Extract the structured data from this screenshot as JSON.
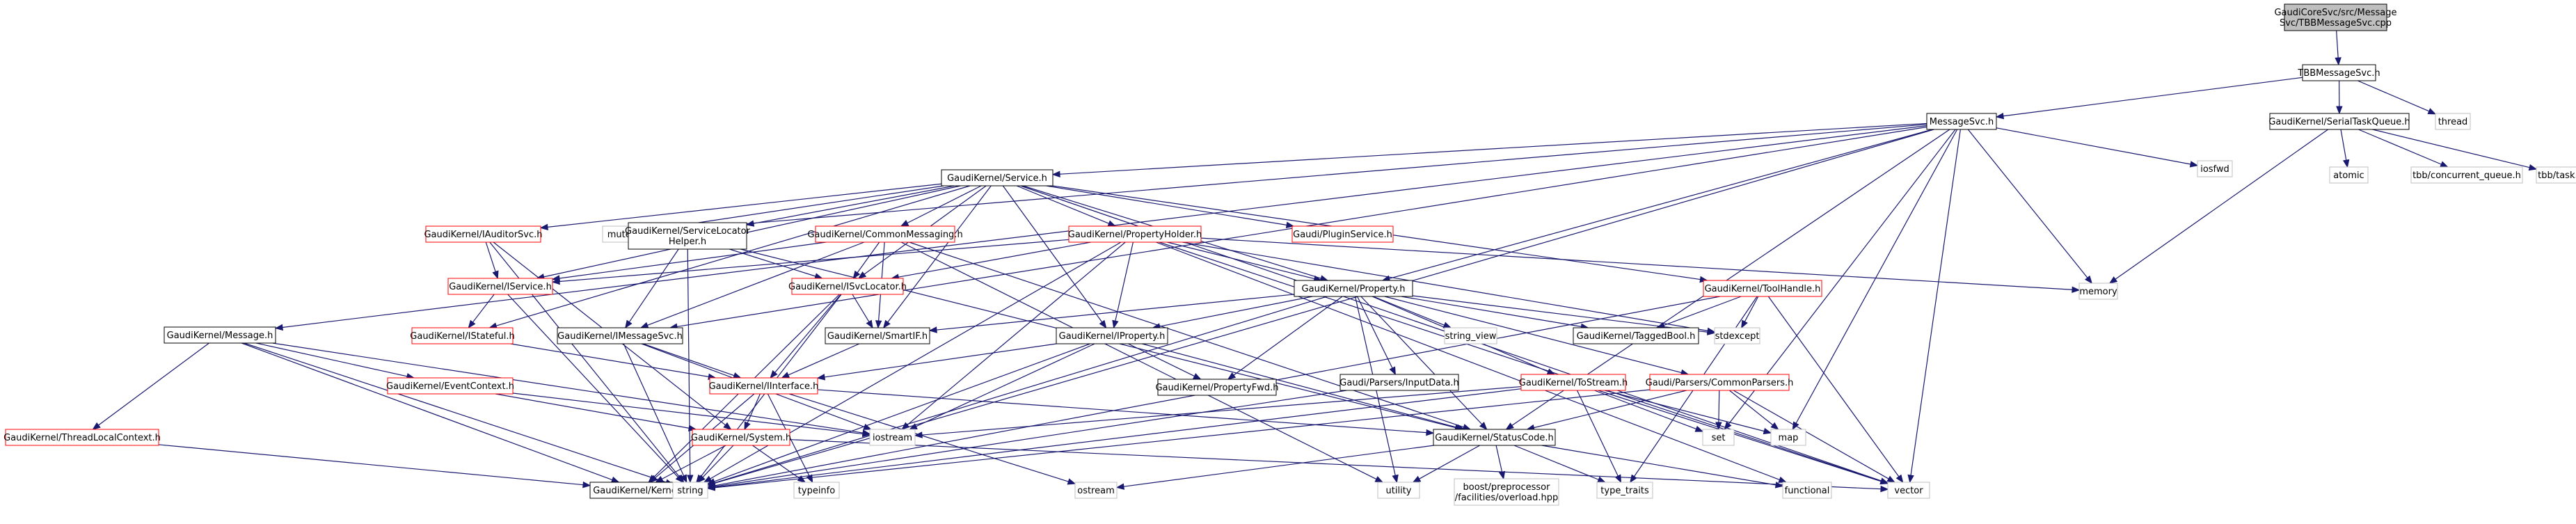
{
  "diagram": {
    "type": "include-dependency-graph",
    "colors": {
      "root_fill": "#bfbfbf",
      "node_fill": "#ffffff",
      "border_documented": "#000000",
      "border_incomplete": "#ff0000",
      "border_external": "#bfbfbf",
      "edge": "#191970",
      "text": "#000000"
    },
    "nodes": [
      {
        "id": "root",
        "label": [
          "GaudiCoreSvc/src/Message",
          "Svc/TBBMessageSvc.cpp"
        ],
        "style": "root"
      },
      {
        "id": "tbbmsgsvc",
        "label": [
          "TBBMessageSvc.h"
        ],
        "style": "doc"
      },
      {
        "id": "thread",
        "label": [
          "thread"
        ],
        "style": "ext"
      },
      {
        "id": "msgsvc",
        "label": [
          "MessageSvc.h"
        ],
        "style": "doc"
      },
      {
        "id": "serialtaskqueue",
        "label": [
          "GaudiKernel/SerialTaskQueue.h"
        ],
        "style": "doc"
      },
      {
        "id": "iosfwd",
        "label": [
          "iosfwd"
        ],
        "style": "ext"
      },
      {
        "id": "atomic",
        "label": [
          "atomic"
        ],
        "style": "ext"
      },
      {
        "id": "tbbcq",
        "label": [
          "tbb/concurrent_queue.h"
        ],
        "style": "ext"
      },
      {
        "id": "tbbtask",
        "label": [
          "tbb/task.h"
        ],
        "style": "ext"
      },
      {
        "id": "service",
        "label": [
          "GaudiKernel/Service.h"
        ],
        "style": "doc"
      },
      {
        "id": "mutex",
        "label": [
          "mutex"
        ],
        "style": "ext"
      },
      {
        "id": "iauditorsvc",
        "label": [
          "GaudiKernel/IAuditorSvc.h"
        ],
        "style": "inc"
      },
      {
        "id": "servicelocator",
        "label": [
          "GaudiKernel/ServiceLocator",
          "Helper.h"
        ],
        "style": "doc"
      },
      {
        "id": "commonmessaging",
        "label": [
          "GaudiKernel/CommonMessaging.h"
        ],
        "style": "inc"
      },
      {
        "id": "propertyholder",
        "label": [
          "GaudiKernel/PropertyHolder.h"
        ],
        "style": "inc"
      },
      {
        "id": "pluginservice",
        "label": [
          "Gaudi/PluginService.h"
        ],
        "style": "inc"
      },
      {
        "id": "memory",
        "label": [
          "memory"
        ],
        "style": "ext"
      },
      {
        "id": "iservice",
        "label": [
          "GaudiKernel/IService.h"
        ],
        "style": "inc"
      },
      {
        "id": "isvclocator",
        "label": [
          "GaudiKernel/ISvcLocator.h"
        ],
        "style": "inc"
      },
      {
        "id": "property",
        "label": [
          "GaudiKernel/Property.h"
        ],
        "style": "doc"
      },
      {
        "id": "toolhandle",
        "label": [
          "GaudiKernel/ToolHandle.h"
        ],
        "style": "inc"
      },
      {
        "id": "message",
        "label": [
          "GaudiKernel/Message.h"
        ],
        "style": "doc"
      },
      {
        "id": "istateful",
        "label": [
          "GaudiKernel/IStateful.h"
        ],
        "style": "inc"
      },
      {
        "id": "imessagesvc",
        "label": [
          "GaudiKernel/IMessageSvc.h"
        ],
        "style": "doc"
      },
      {
        "id": "smartif",
        "label": [
          "GaudiKernel/SmartIF.h"
        ],
        "style": "doc"
      },
      {
        "id": "iproperty",
        "label": [
          "GaudiKernel/IProperty.h"
        ],
        "style": "doc"
      },
      {
        "id": "stringview",
        "label": [
          "string_view"
        ],
        "style": "ext"
      },
      {
        "id": "taggedbool",
        "label": [
          "GaudiKernel/TaggedBool.h"
        ],
        "style": "doc"
      },
      {
        "id": "stdexcept",
        "label": [
          "stdexcept"
        ],
        "style": "ext"
      },
      {
        "id": "propertyfwd",
        "label": [
          "GaudiKernel/PropertyFwd.h"
        ],
        "style": "doc"
      },
      {
        "id": "eventcontext",
        "label": [
          "GaudiKernel/EventContext.h"
        ],
        "style": "inc"
      },
      {
        "id": "iinterface",
        "label": [
          "GaudiKernel/IInterface.h"
        ],
        "style": "inc"
      },
      {
        "id": "inputdata",
        "label": [
          "Gaudi/Parsers/InputData.h"
        ],
        "style": "doc"
      },
      {
        "id": "tostream",
        "label": [
          "GaudiKernel/ToStream.h"
        ],
        "style": "inc"
      },
      {
        "id": "commonparsers",
        "label": [
          "Gaudi/Parsers/CommonParsers.h"
        ],
        "style": "inc"
      },
      {
        "id": "threadlocal",
        "label": [
          "GaudiKernel/ThreadLocalContext.h"
        ],
        "style": "inc"
      },
      {
        "id": "iostream",
        "label": [
          "iostream"
        ],
        "style": "ext"
      },
      {
        "id": "set",
        "label": [
          "set"
        ],
        "style": "ext"
      },
      {
        "id": "map",
        "label": [
          "map"
        ],
        "style": "ext"
      },
      {
        "id": "statuscode",
        "label": [
          "GaudiKernel/StatusCode.h"
        ],
        "style": "doc"
      },
      {
        "id": "system",
        "label": [
          "GaudiKernel/System.h"
        ],
        "style": "inc"
      },
      {
        "id": "typeinfo",
        "label": [
          "typeinfo"
        ],
        "style": "ext"
      },
      {
        "id": "ostream",
        "label": [
          "ostream"
        ],
        "style": "ext"
      },
      {
        "id": "utility",
        "label": [
          "utility"
        ],
        "style": "ext"
      },
      {
        "id": "boostpp",
        "label": [
          "boost/preprocessor",
          "/facilities/overload.hpp"
        ],
        "style": "ext"
      },
      {
        "id": "typetraits",
        "label": [
          "type_traits"
        ],
        "style": "ext"
      },
      {
        "id": "functional",
        "label": [
          "functional"
        ],
        "style": "ext"
      },
      {
        "id": "vector",
        "label": [
          "vector"
        ],
        "style": "ext"
      },
      {
        "id": "kernel",
        "label": [
          "GaudiKernel/Kernel.h"
        ],
        "style": "doc"
      },
      {
        "id": "string",
        "label": [
          "string"
        ],
        "style": "ext"
      }
    ],
    "edges": [
      [
        "root",
        "tbbmsgsvc"
      ],
      [
        "tbbmsgsvc",
        "msgsvc"
      ],
      [
        "tbbmsgsvc",
        "serialtaskqueue"
      ],
      [
        "tbbmsgsvc",
        "thread"
      ],
      [
        "serialtaskqueue",
        "memory"
      ],
      [
        "serialtaskqueue",
        "atomic"
      ],
      [
        "serialtaskqueue",
        "tbbcq"
      ],
      [
        "serialtaskqueue",
        "tbbtask"
      ],
      [
        "msgsvc",
        "service"
      ],
      [
        "msgsvc",
        "message"
      ],
      [
        "msgsvc",
        "imessagesvc"
      ],
      [
        "msgsvc",
        "iosfwd"
      ],
      [
        "msgsvc",
        "memory"
      ],
      [
        "msgsvc",
        "mutex"
      ],
      [
        "msgsvc",
        "property"
      ],
      [
        "msgsvc",
        "statuscode"
      ],
      [
        "msgsvc",
        "string"
      ],
      [
        "msgsvc",
        "vector"
      ],
      [
        "msgsvc",
        "map"
      ],
      [
        "msgsvc",
        "set"
      ],
      [
        "service",
        "iservice"
      ],
      [
        "service",
        "isvclocator"
      ],
      [
        "service",
        "servicelocator"
      ],
      [
        "service",
        "iauditorsvc"
      ],
      [
        "service",
        "commonmessaging"
      ],
      [
        "service",
        "propertyholder"
      ],
      [
        "service",
        "pluginservice"
      ],
      [
        "service",
        "mutex"
      ],
      [
        "service",
        "property"
      ],
      [
        "service",
        "iproperty"
      ],
      [
        "service",
        "smartif"
      ],
      [
        "service",
        "istateful"
      ],
      [
        "service",
        "toolhandle"
      ],
      [
        "service",
        "vector"
      ],
      [
        "iauditorsvc",
        "iservice"
      ],
      [
        "iauditorsvc",
        "system"
      ],
      [
        "iauditorsvc",
        "string"
      ],
      [
        "servicelocator",
        "isvclocator"
      ],
      [
        "servicelocator",
        "imessagesvc"
      ],
      [
        "servicelocator",
        "statuscode"
      ],
      [
        "servicelocator",
        "string"
      ],
      [
        "commonmessaging",
        "isvclocator"
      ],
      [
        "commonmessaging",
        "imessagesvc"
      ],
      [
        "commonmessaging",
        "smartif"
      ],
      [
        "commonmessaging",
        "iservice"
      ],
      [
        "commonmessaging",
        "utility"
      ],
      [
        "commonmessaging",
        "statuscode"
      ],
      [
        "propertyholder",
        "iproperty"
      ],
      [
        "propertyholder",
        "property"
      ],
      [
        "propertyholder",
        "isvclocator"
      ],
      [
        "propertyholder",
        "iservice"
      ],
      [
        "propertyholder",
        "iostream"
      ],
      [
        "propertyholder",
        "string"
      ],
      [
        "propertyholder",
        "functional"
      ],
      [
        "propertyholder",
        "vector"
      ],
      [
        "propertyholder",
        "stdexcept"
      ],
      [
        "propertyholder",
        "memory"
      ],
      [
        "iservice",
        "istateful"
      ],
      [
        "iservice",
        "string"
      ],
      [
        "isvclocator",
        "iinterface"
      ],
      [
        "isvclocator",
        "smartif"
      ],
      [
        "isvclocator",
        "kernel"
      ],
      [
        "isvclocator",
        "string"
      ],
      [
        "istateful",
        "iinterface"
      ],
      [
        "imessagesvc",
        "iinterface"
      ],
      [
        "imessagesvc",
        "iostream"
      ],
      [
        "imessagesvc",
        "string"
      ],
      [
        "smartif",
        "iinterface"
      ],
      [
        "property",
        "iproperty"
      ],
      [
        "property",
        "propertyfwd"
      ],
      [
        "property",
        "smartif"
      ],
      [
        "property",
        "taggedbool"
      ],
      [
        "property",
        "stdexcept"
      ],
      [
        "property",
        "stringview"
      ],
      [
        "property",
        "inputdata"
      ],
      [
        "property",
        "tostream"
      ],
      [
        "property",
        "commonparsers"
      ],
      [
        "property",
        "statuscode"
      ],
      [
        "property",
        "string"
      ],
      [
        "property",
        "utility"
      ],
      [
        "iproperty",
        "iinterface"
      ],
      [
        "iproperty",
        "propertyfwd"
      ],
      [
        "iproperty",
        "statuscode"
      ],
      [
        "iproperty",
        "iostream"
      ],
      [
        "iproperty",
        "string"
      ],
      [
        "toolhandle",
        "taggedbool"
      ],
      [
        "toolhandle",
        "stdexcept"
      ],
      [
        "toolhandle",
        "typetraits"
      ],
      [
        "toolhandle",
        "vector"
      ],
      [
        "toolhandle",
        "string"
      ],
      [
        "message",
        "eventcontext"
      ],
      [
        "message",
        "threadlocal"
      ],
      [
        "message",
        "iostream"
      ],
      [
        "message",
        "string"
      ],
      [
        "message",
        "kernel"
      ],
      [
        "eventcontext",
        "iostream"
      ],
      [
        "eventcontext",
        "system"
      ],
      [
        "threadlocal",
        "kernel"
      ],
      [
        "iinterface",
        "system"
      ],
      [
        "iinterface",
        "kernel"
      ],
      [
        "iinterface",
        "statuscode"
      ],
      [
        "iinterface",
        "typeinfo"
      ],
      [
        "iinterface",
        "ostream"
      ],
      [
        "inputdata",
        "string"
      ],
      [
        "tostream",
        "iostream"
      ],
      [
        "tostream",
        "set"
      ],
      [
        "tostream",
        "map"
      ],
      [
        "tostream",
        "vector"
      ],
      [
        "tostream",
        "typetraits"
      ],
      [
        "tostream",
        "string"
      ],
      [
        "commonparsers",
        "map"
      ],
      [
        "commonparsers",
        "set"
      ],
      [
        "commonparsers",
        "vector"
      ],
      [
        "commonparsers",
        "statuscode"
      ],
      [
        "commonparsers",
        "string"
      ],
      [
        "statuscode",
        "boostpp"
      ],
      [
        "statuscode",
        "typetraits"
      ],
      [
        "statuscode",
        "functional"
      ],
      [
        "statuscode",
        "utility"
      ],
      [
        "statuscode",
        "ostream"
      ],
      [
        "system",
        "kernel"
      ],
      [
        "system",
        "typeinfo"
      ],
      [
        "system",
        "string"
      ],
      [
        "system",
        "vector"
      ]
    ]
  }
}
